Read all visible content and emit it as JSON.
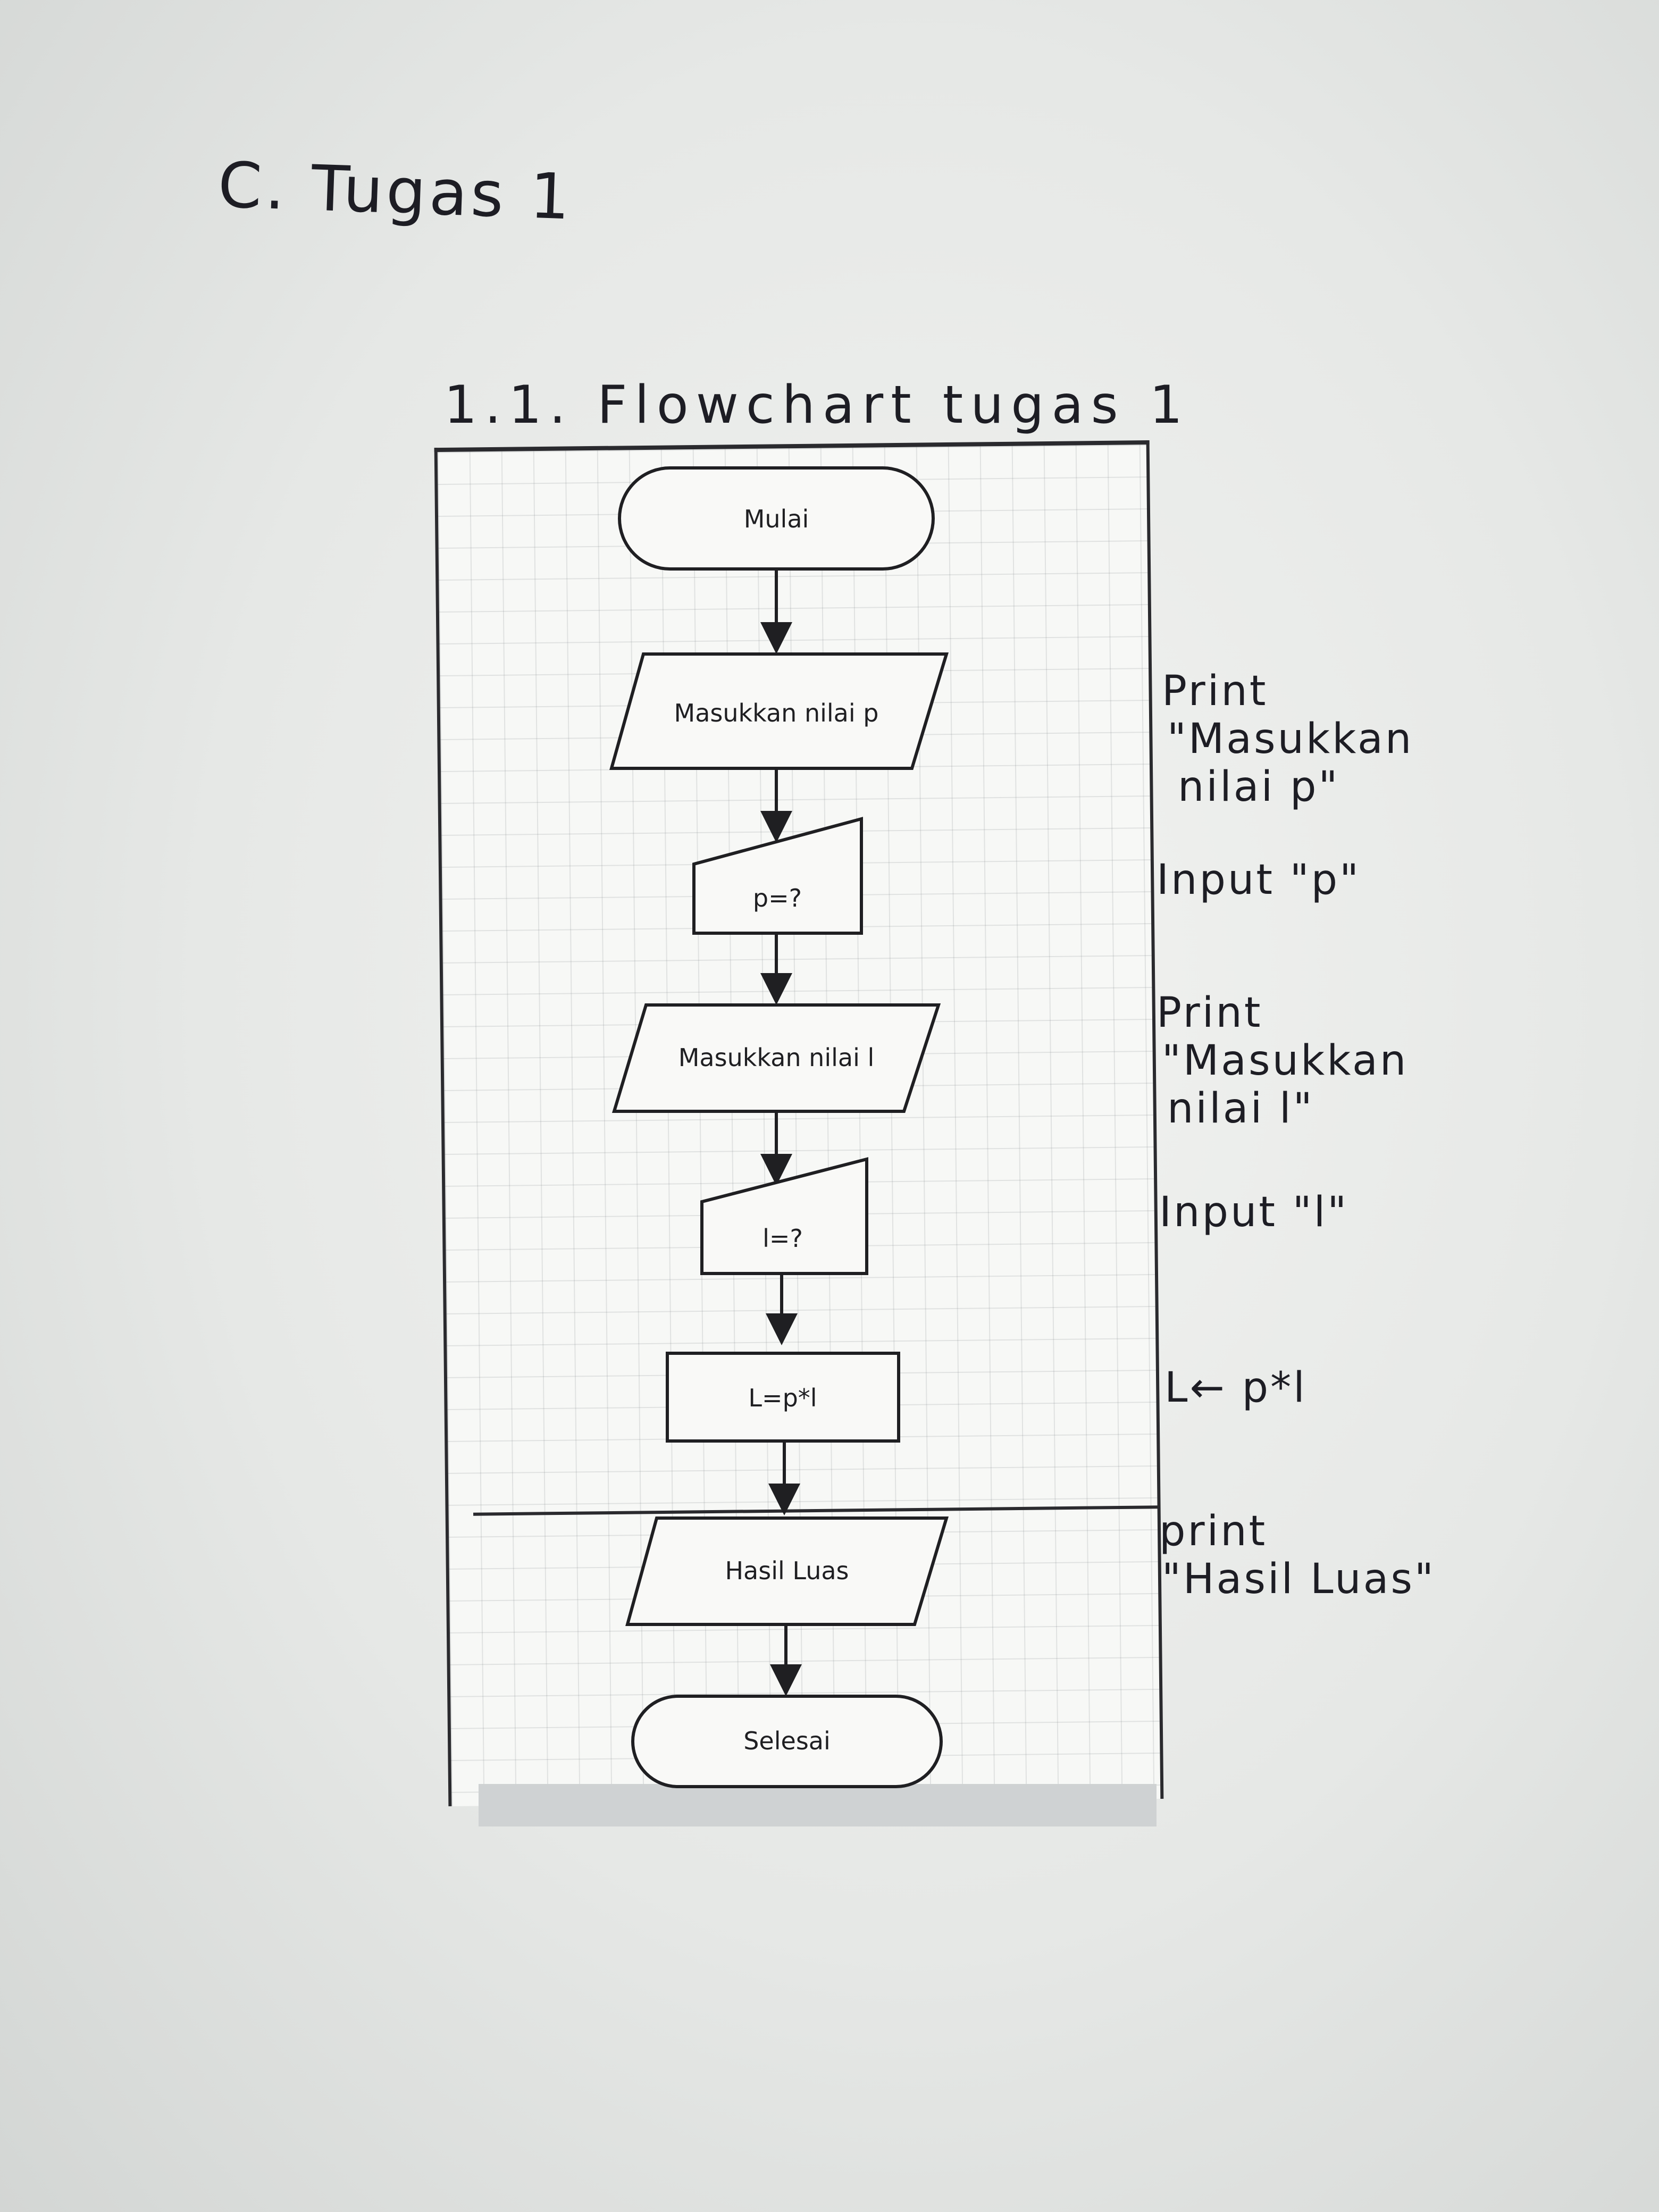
{
  "heading": "C. Tugas 1",
  "subtitle": "1.1. Flowchart tugas 1",
  "flowchart": {
    "start": "Mulai",
    "prompt_p": "Masukkan nilai p",
    "input_p": "p=?",
    "prompt_l": "Masukkan nilai l",
    "input_l": "l=?",
    "process": "L=p*l",
    "output": "Hasil Luas",
    "end": "Selesai"
  },
  "notes": {
    "print_p": [
      "Print",
      "\"Masukkan",
      "nilai p\""
    ],
    "input_p": "Input \"p\"",
    "print_l": [
      "Print",
      "\"Masukkan",
      "nilai l\""
    ],
    "input_l": "Input \"l\"",
    "assign": "L← p*l",
    "print_result": [
      "print",
      "\"Hasil Luas\""
    ]
  },
  "colors": {
    "ink": "#1f1f22",
    "paper": "#eef0ee",
    "grid": "#c9ccce"
  }
}
